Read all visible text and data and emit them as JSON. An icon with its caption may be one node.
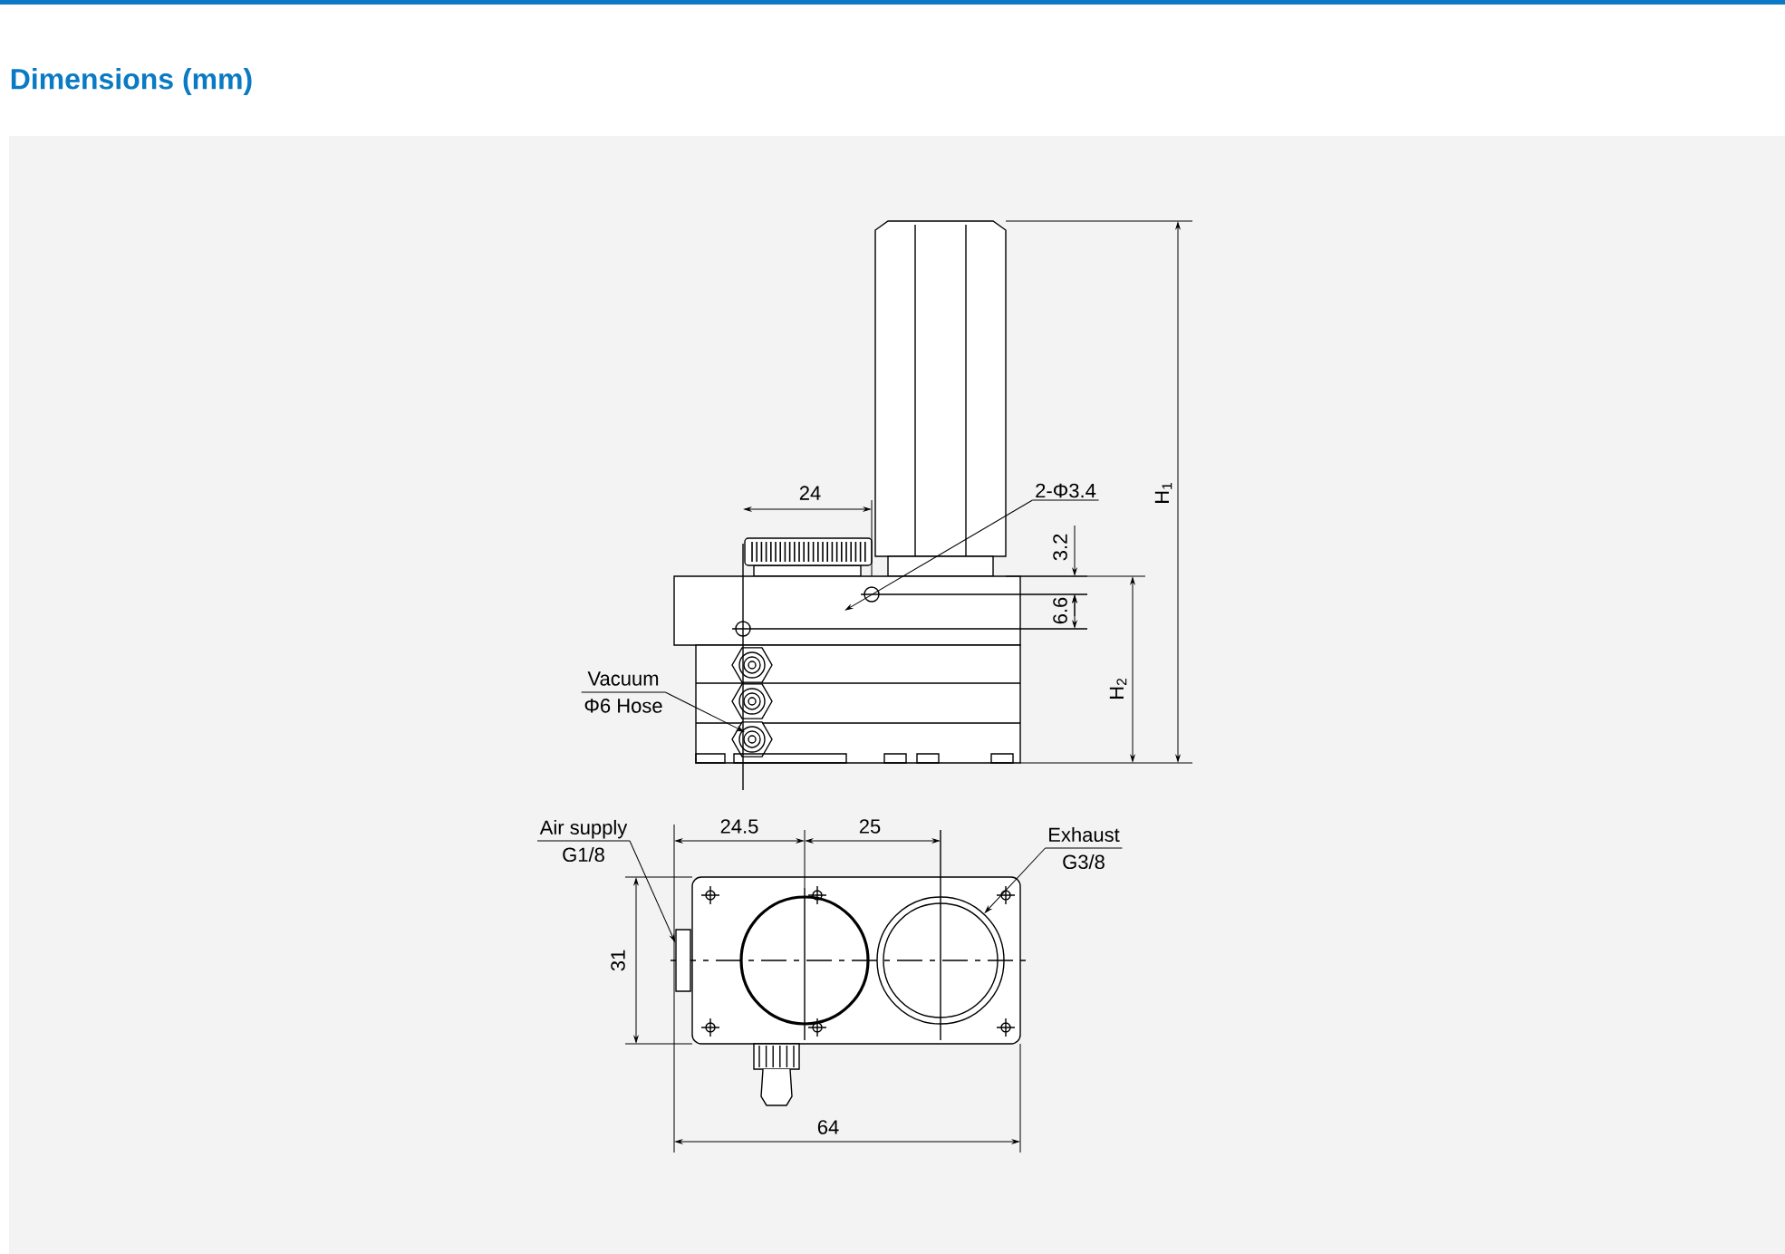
{
  "diagram": {
    "title": "Dimensions (mm)",
    "nodes": [
      {
        "text": [
          "2-Φ3.4"
        ]
      },
      {
        "text": [
          "Vacuum",
          "Φ6 Hose"
        ]
      },
      {
        "text": [
          "Air supply",
          "G1/8"
        ]
      },
      {
        "text": [
          "Exhaust",
          "G3/8"
        ]
      },
      {
        "text": [],
        "shape": "box"
      },
      {
        "text": [],
        "shape": "circle"
      }
    ],
    "edges": [
      {
        "from": 0,
        "to": null,
        "arrow": "to"
      },
      {
        "from": 1,
        "to": null,
        "arrow": "to"
      },
      {
        "from": 2,
        "to": 4,
        "arrow": "to"
      },
      {
        "from": 3,
        "to": 5,
        "arrow": "to"
      }
    ],
    "labels": [
      "24",
      "3.2",
      "H$_{1}$",
      "6.6",
      "H$_{2}$",
      "24.5",
      "25",
      "31",
      "64"
    ]
  }
}
